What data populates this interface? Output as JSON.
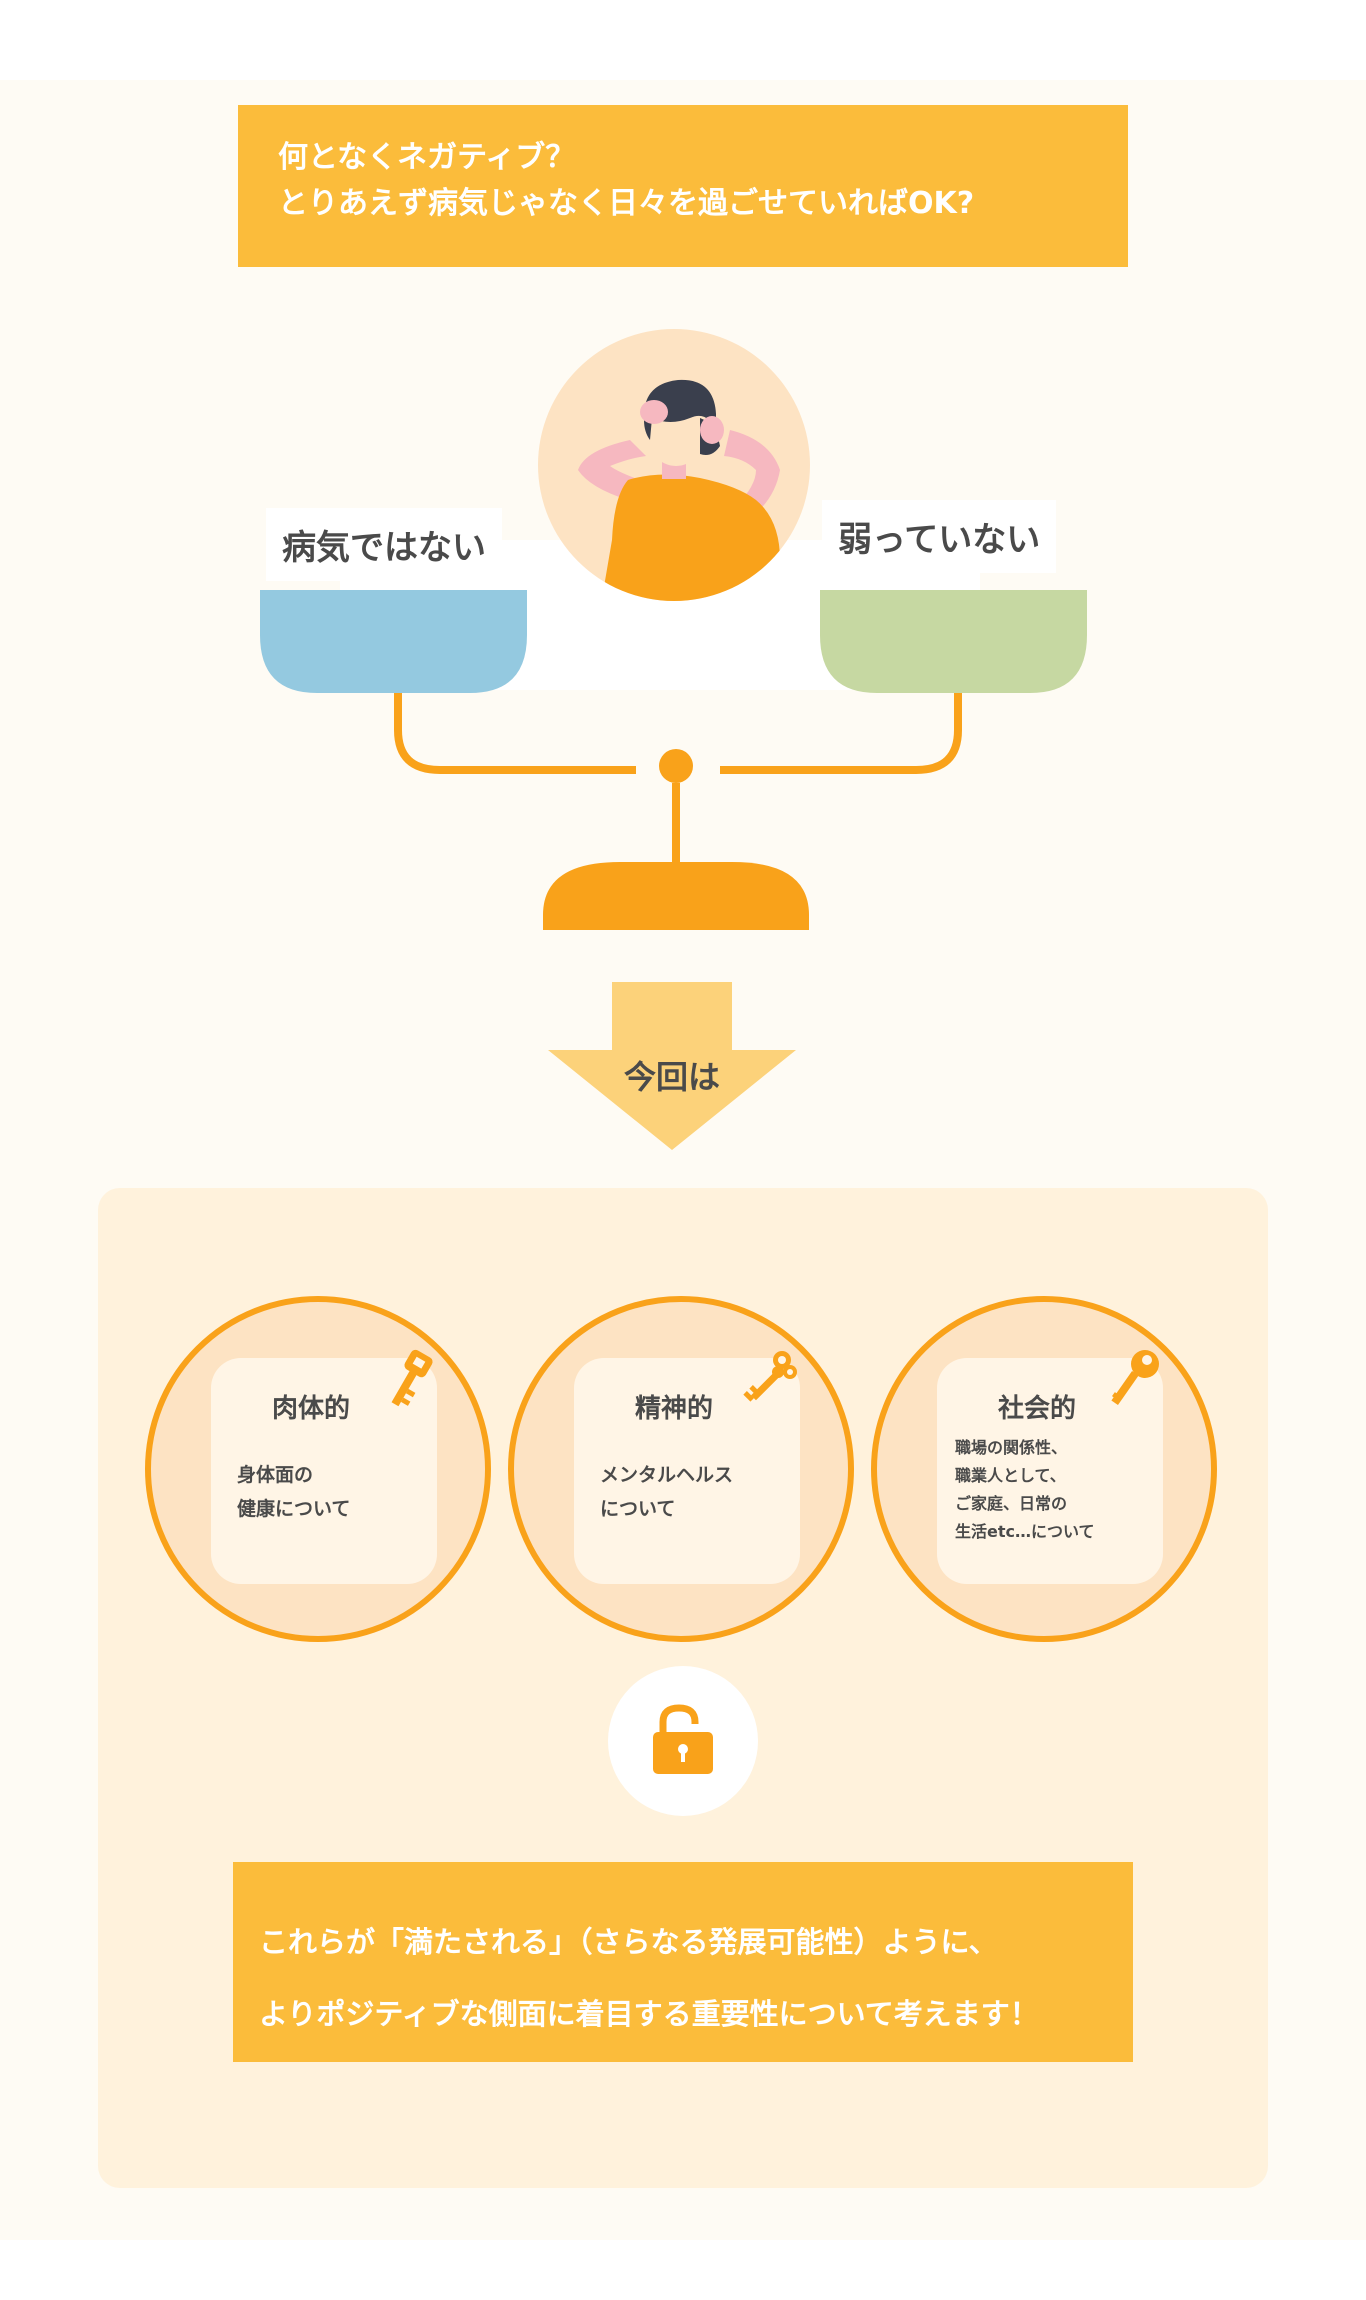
{
  "top_banner": {
    "line1": "何となくネガティブ？",
    "line2": "とりあえず病気じゃなく日々を過ごせていればOK?"
  },
  "scale": {
    "left_label": "病気ではない",
    "right_label": "弱っていない"
  },
  "arrow": {
    "label": "今回は"
  },
  "cards": [
    {
      "title": "肉体的",
      "desc_line1": "身体面の",
      "desc_line2": "健康について",
      "icon": "key-icon"
    },
    {
      "title": "精神的",
      "desc_line1": "メンタルヘルス",
      "desc_line2": "について",
      "icon": "antique-key-icon"
    },
    {
      "title": "社会的",
      "desc_line1": "職場の関係性、",
      "desc_line2": "職業人として、",
      "desc_line3": "ご家庭、日常の",
      "desc_line4": "生活etc…について",
      "icon": "round-key-icon"
    }
  ],
  "lock": {
    "icon": "unlocked-padlock-icon"
  },
  "bottom_banner": {
    "line1": "これらが「満たされる」（さらなる発展可能性）ように、",
    "line2": "よりポジティブな側面に着目する重要性について考えます！"
  },
  "colors": {
    "accent_orange": "#f9a21a",
    "banner_yellow": "#fbbc3b",
    "bowl_blue": "#94c9e0",
    "bowl_green": "#c6d8a2",
    "panel_bg": "#fff2dc"
  }
}
